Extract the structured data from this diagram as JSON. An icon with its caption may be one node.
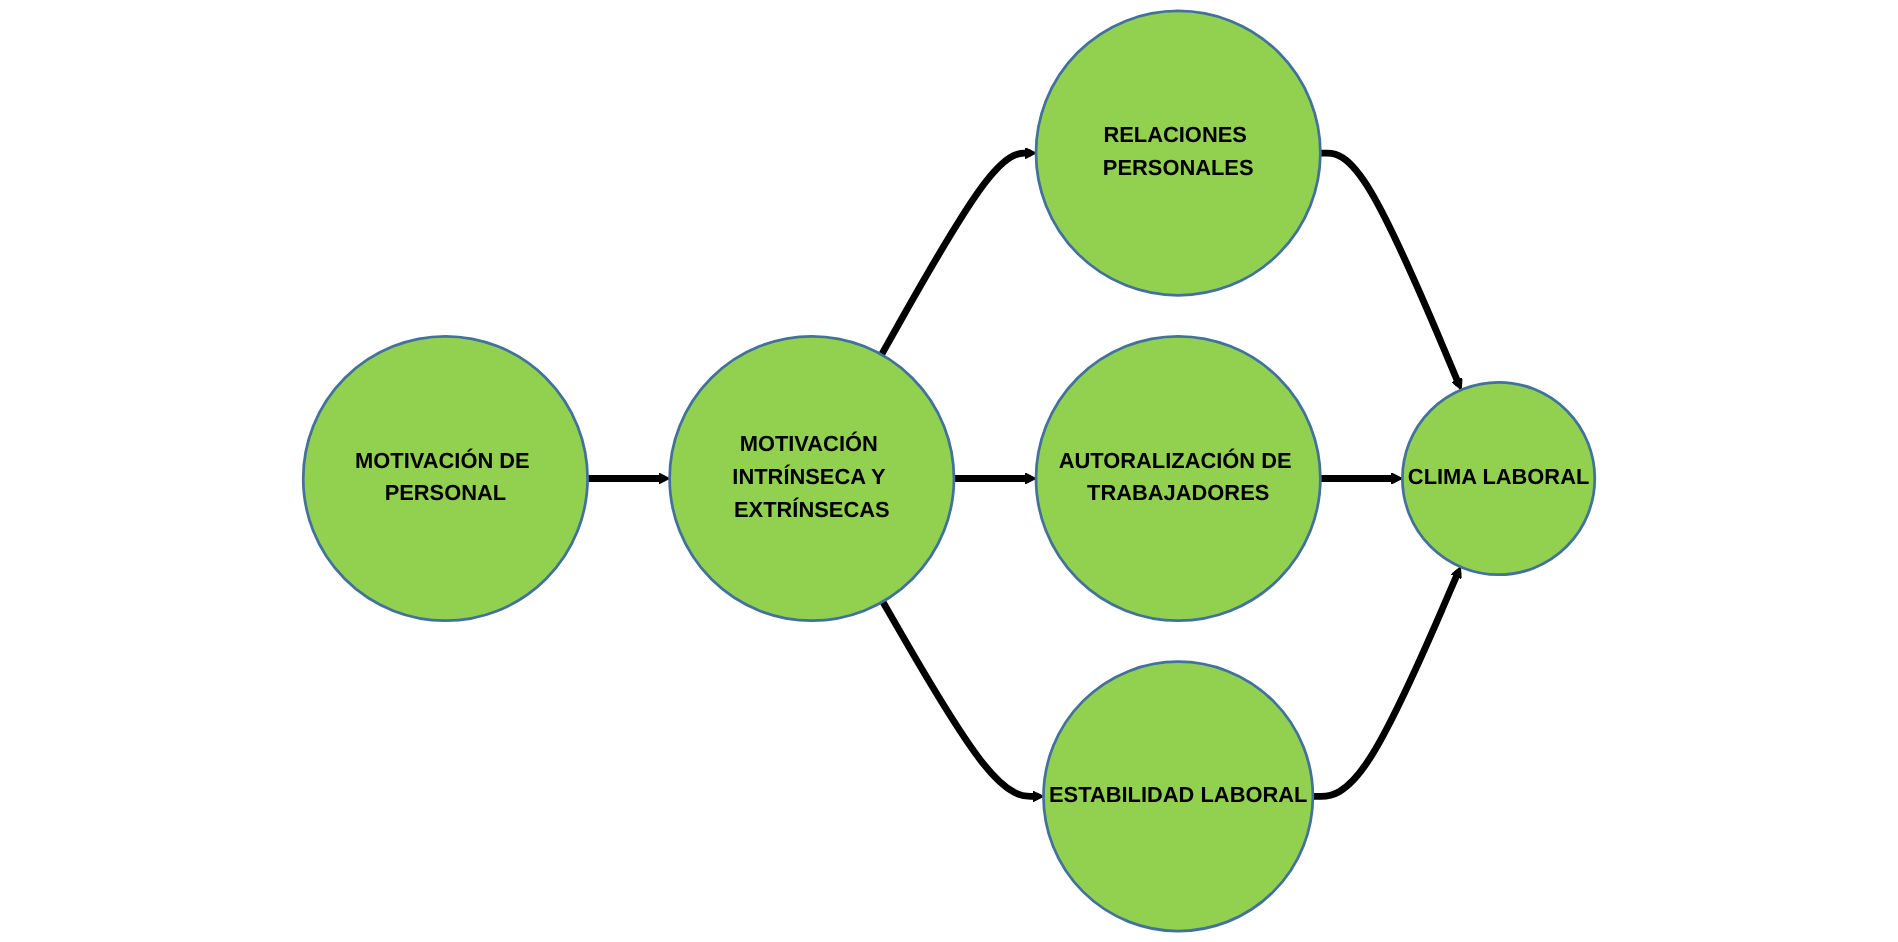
{
  "diagram": {
    "nodes": [
      {
        "text": [
          "MOTIVACIÓN DE PERSONAL"
        ]
      },
      {
        "text": [
          "MOTIVACIÓN INTRÍNSECA Y EXTRÍNSECAS"
        ]
      },
      {
        "text": [
          "RELACIONES PERSONALES"
        ]
      },
      {
        "text": [
          "AUTORALIZACIÓN DE TRABAJADORES"
        ]
      },
      {
        "text": [
          "ESTABILIDAD LABORAL"
        ]
      },
      {
        "text": [
          "CLIMA LABORAL"
        ]
      }
    ],
    "edges": [
      {
        "from": 0,
        "to": 1,
        "arrow": "to"
      },
      {
        "from": 1,
        "to": 2,
        "arrow": "to"
      },
      {
        "from": 1,
        "to": 3,
        "arrow": "to"
      },
      {
        "from": 1,
        "to": 4,
        "arrow": "to"
      },
      {
        "from": 2,
        "to": 5,
        "arrow": "to"
      },
      {
        "from": 3,
        "to": 5,
        "arrow": "to"
      },
      {
        "from": 4,
        "to": 5,
        "arrow": "to"
      }
    ]
  }
}
